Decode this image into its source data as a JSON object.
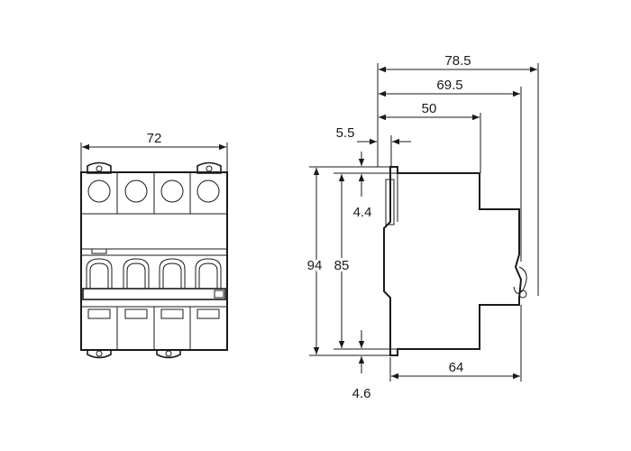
{
  "front_view": {
    "width_label": "72"
  },
  "side_view": {
    "depth_total_label": "78.5",
    "depth_toggle_label": "69.5",
    "depth_body_label": "50",
    "clip_offset_label": "5.5",
    "height_total_label": "94",
    "height_body_label": "85",
    "top_step_label": "4.4",
    "bottom_step_label": "4.6",
    "bottom_depth_label": "64"
  }
}
